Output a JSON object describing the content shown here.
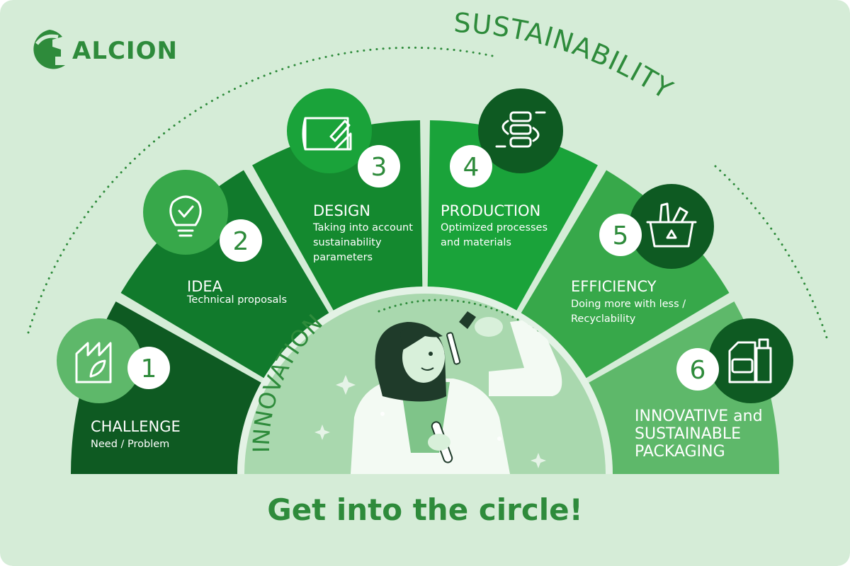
{
  "brand": {
    "name": "ALCION",
    "logo_icon": "spartan-helmet-icon"
  },
  "colors": {
    "background": "#d5ecd7",
    "brand_green": "#2e8b3b",
    "seg1": "#0e5a22",
    "seg2": "#117a2c",
    "seg3": "#14892f",
    "seg4": "#1aa33a",
    "seg5": "#37a84a",
    "seg6": "#5eb86a",
    "inner": "#a9d8ae",
    "badge": "#ffffff"
  },
  "outer_arc_label": "SUSTAINABILITY",
  "inner_arc_label": "INNOVATION",
  "steps": [
    {
      "number": "1",
      "title": "CHALLENGE",
      "desc": [
        "Need / Problem"
      ],
      "icon": "factory-leaf-icon"
    },
    {
      "number": "2",
      "title": "IDEA",
      "desc": [
        "Technical proposals"
      ],
      "icon": "lightbulb-check-icon"
    },
    {
      "number": "3",
      "title": "DESIGN",
      "desc": [
        "Taking into account",
        "sustainability",
        "parameters"
      ],
      "icon": "blueprint-pencil-icon"
    },
    {
      "number": "4",
      "title": "PRODUCTION",
      "desc": [
        "Optimized processes",
        "and materials"
      ],
      "icon": "process-flow-icon"
    },
    {
      "number": "5",
      "title": "EFFICIENCY",
      "desc": [
        "Doing more with less /",
        "Recyclability"
      ],
      "icon": "recycle-basket-icon"
    },
    {
      "number": "6",
      "title": "INNOVATIVE and",
      "title2": "SUSTAINABLE",
      "title3": "PACKAGING",
      "desc": [],
      "icon": "packaging-containers-icon"
    }
  ],
  "footer": {
    "tagline": "Get into the circle!"
  },
  "illustration": "scientist-with-dropper-icon"
}
